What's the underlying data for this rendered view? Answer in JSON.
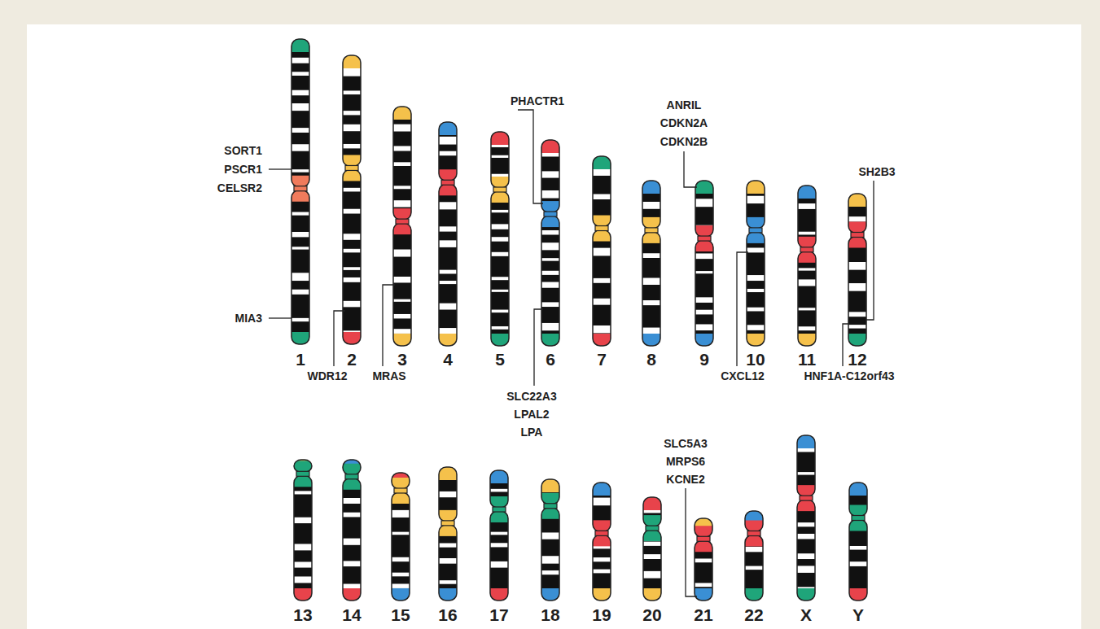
{
  "diagram": {
    "labels": [
      "SORT1",
      "PSCR1",
      "CELSR2",
      "MIA3",
      "WDR12",
      "MRAS",
      "PHACTR1",
      "SLC22A3",
      "LPAL2",
      "LPA",
      "ANRIL",
      "CDKN2A",
      "CDKN2B",
      "CXCL12",
      "SH2B3",
      "HNF1A-C12orf43",
      "SLC5A3",
      "MRPS6",
      "KCNE2",
      "1",
      "2",
      "3",
      "4",
      "5",
      "6",
      "7",
      "8",
      "9",
      "10",
      "11",
      "12",
      "13",
      "14",
      "15",
      "16",
      "17",
      "18",
      "19",
      "20",
      "21",
      "22",
      "X",
      "Y"
    ]
  }
}
